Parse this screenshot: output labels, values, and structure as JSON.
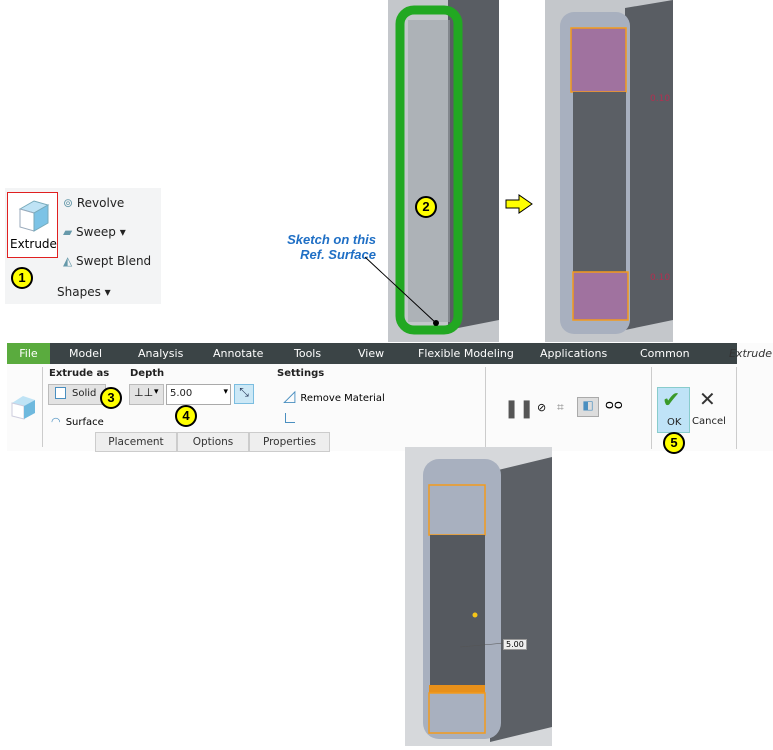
{
  "shapes_panel": {
    "extrude": "Extrude",
    "revolve": "Revolve",
    "sweep": "Sweep",
    "swept_blend": "Swept Blend",
    "group": "Shapes"
  },
  "callouts": {
    "c1": "1",
    "c2": "2",
    "c3": "3",
    "c4": "4",
    "c5": "5"
  },
  "annotation": {
    "line1": "Sketch  on this",
    "line2": "Ref. Surface"
  },
  "viewport_dims": {
    "top": "0.10",
    "bottom": "0.10",
    "depth": "5.00"
  },
  "ribbon": {
    "tabs": [
      "File",
      "Model",
      "Analysis",
      "Annotate",
      "Tools",
      "View",
      "Flexible Modeling",
      "Applications",
      "Common"
    ],
    "active_tab": "Extrude",
    "extrude_as": "Extrude as",
    "solid": "Solid",
    "surface": "Surface",
    "depth": "Depth",
    "depth_value": "5.00",
    "settings": "Settings",
    "remove_material": "Remove Material",
    "subtabs": [
      "Placement",
      "Options",
      "Properties"
    ],
    "ok": "OK",
    "cancel": "Cancel"
  },
  "colors": {
    "file_tab": "#5aab3e",
    "tab_bar": "#3b4446",
    "callout": "#ffff00",
    "annotation": "#1f6fc5",
    "sketch": "#22a822"
  }
}
